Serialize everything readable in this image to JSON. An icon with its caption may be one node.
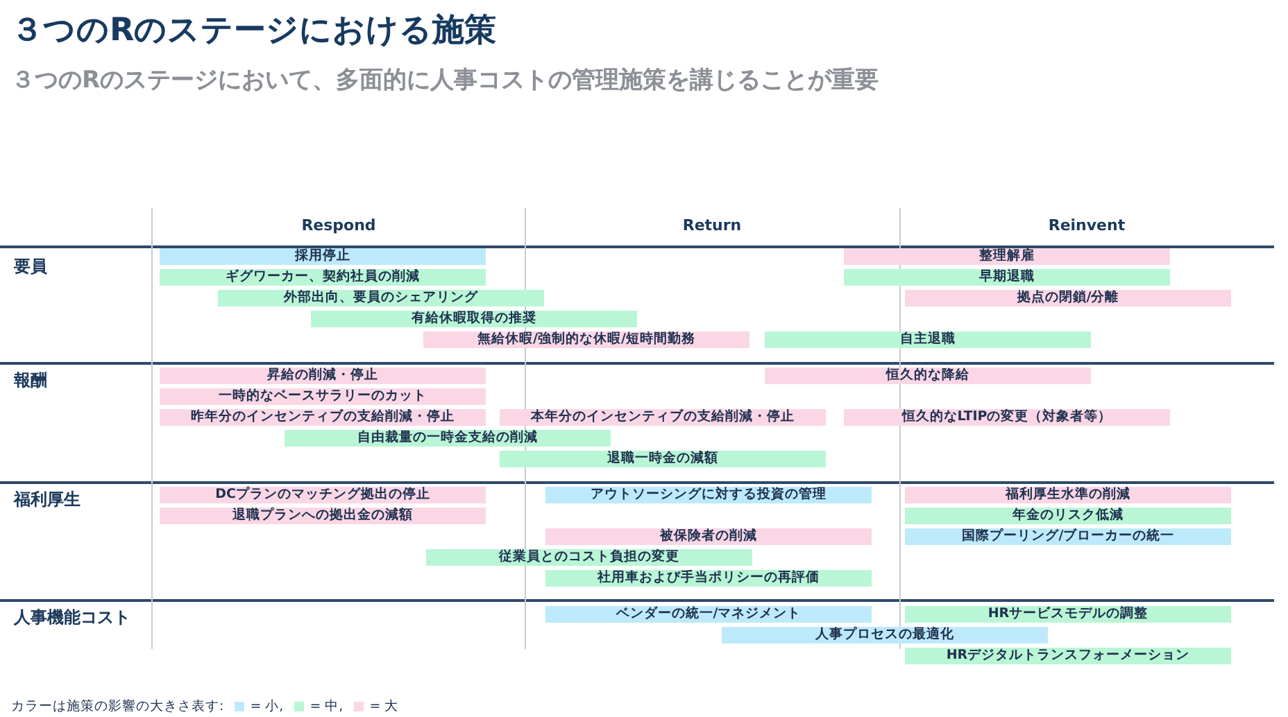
{
  "diagram": {
    "title": "３つのRのステージにおける施策",
    "nodes": [
      {
        "text": [
          "採用停止"
        ]
      },
      {
        "text": [
          "整理解雇"
        ]
      },
      {
        "text": [
          "ギグワーカー、契約社員の削減"
        ]
      },
      {
        "text": [
          "早期退職"
        ]
      },
      {
        "text": [
          "外部出向、要員のシェアリング"
        ]
      },
      {
        "text": [
          "拠点の閉鎖/分離"
        ]
      },
      {
        "text": [
          "有給休暇取得の推奨"
        ]
      },
      {
        "text": [
          "無給休暇/強制的な休暇/短時間勤務"
        ]
      },
      {
        "text": [
          "自主退職"
        ]
      },
      {
        "text": [
          "昇給の削減・停止"
        ]
      },
      {
        "text": [
          "恒久的な降給"
        ]
      },
      {
        "text": [
          "一時的なベースサラリーのカット"
        ]
      },
      {
        "text": [
          "昨年分のインセンティブの支給削減・停止"
        ]
      },
      {
        "text": [
          "本年分のインセンティブの支給削減・停止"
        ]
      },
      {
        "text": [
          "恒久的なLTIPの変更（対象者等）"
        ]
      },
      {
        "text": [
          "自由裁量の一時金支給の削減"
        ]
      },
      {
        "text": [
          "退職一時金の減額"
        ]
      },
      {
        "text": [
          "DCプランのマッチング拠出の停止"
        ]
      },
      {
        "text": [
          "アウトソーシングに対する投資の管理"
        ]
      },
      {
        "text": [
          "福利厚生水準の削減"
        ]
      },
      {
        "text": [
          "退職プランへの拠出金の減額"
        ]
      },
      {
        "text": [
          "年金のリスク低減"
        ]
      },
      {
        "text": [
          "被保険者の削減"
        ]
      },
      {
        "text": [
          "国際プーリング/ブローカーの統一"
        ]
      },
      {
        "text": [
          "従業員とのコスト負担の変更"
        ]
      },
      {
        "text": [
          "社用車および手当ポリシーの再評価"
        ]
      },
      {
        "text": [
          "ベンダーの統一/マネジメント"
        ]
      },
      {
        "text": [
          "HRサービスモデルの調整"
        ]
      },
      {
        "text": [
          "人事プロセスの最適化"
        ]
      },
      {
        "text": [
          "HRデジタルトランスフォーメーション"
        ]
      }
    ],
    "labels": [
      "３つのRのステージにおいて、多面的に人事コストの管理施策を講じることが重要",
      "Respond",
      "Return",
      "Reinvent",
      "要員",
      "報酬",
      "福利厚生",
      "人事機能コスト",
      "カラーは施策の影響の大きさ表す:"
    ],
    "legend": [
      {
        "text": "= 小,",
        "color": "#bdeafb"
      },
      {
        "text": "= 中,",
        "color": "#b9f6d5"
      },
      {
        "text": "= 大",
        "color": "#fbd7e6"
      }
    ]
  }
}
